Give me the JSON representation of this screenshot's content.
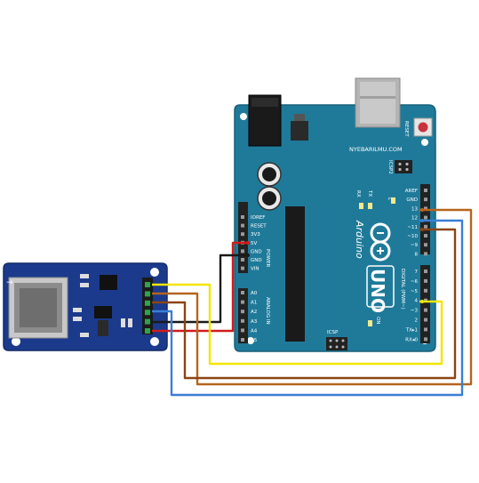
{
  "arduino": {
    "website": "NYEBARILMU.COM",
    "reset_label": "RESET",
    "icsp2_label": "ICSP2",
    "icsp_label": "ICSP",
    "tx_label": "TX",
    "rx_label": "RX",
    "l_label": "L",
    "on_label": "ON",
    "brand": "Arduino",
    "model": "UNO",
    "power_label": "POWER",
    "analog_label": "ANALOG IN",
    "digital_label": "DIGITAL (PWM~)",
    "power_pins": [
      "IOREF",
      "RESET",
      "3V3",
      "5V",
      "GND",
      "GND",
      "VIN"
    ],
    "analog_pins": [
      "A0",
      "A1",
      "A2",
      "A3",
      "A4",
      "A5"
    ],
    "digital_top_pins": [
      "AREF",
      "GND",
      "13",
      "12",
      "~11",
      "~10",
      "~9",
      "8"
    ],
    "digital_bottom_pins": [
      "7",
      "~6",
      "~5",
      "4",
      "~3",
      "2",
      "TX▸1",
      "RX◂0"
    ]
  },
  "sd_module": {
    "pin_count": 6
  },
  "wire_colors": {
    "red": "#d01c1c",
    "black": "#1a1a1a",
    "yellow": "#f2e600",
    "brown": "#b5651d",
    "darkbrown": "#8b4513",
    "blue": "#3a7fd5"
  },
  "board_colors": {
    "arduino": "#1f7a9a",
    "sd": "#1b3a8c"
  }
}
